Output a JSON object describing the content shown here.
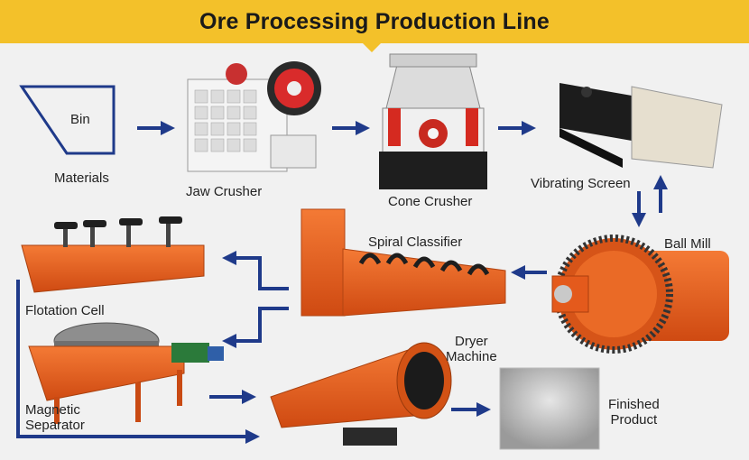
{
  "title": "Ore Processing Production Line",
  "labels": {
    "bin": "Bin",
    "materials": "Materials",
    "jaw_crusher": "Jaw Crusher",
    "cone_crusher": "Cone Crusher",
    "vibrating_screen": "Vibrating Screen",
    "ball_mill": "Ball Mill",
    "spiral_classifier": "Spiral Classifier",
    "flotation_cell": "Flotation Cell",
    "magnetic_separator_line1": "Magnetic",
    "magnetic_separator_line2": "Separator",
    "dryer_line1": "Dryer",
    "dryer_line2": "Machine",
    "finished_line1": "Finished",
    "finished_line2": "Product"
  },
  "colors": {
    "banner": "#f3c12a",
    "arrow": "#1f3a8a",
    "machine_orange": "#e85a1c",
    "background": "#f1f1f1"
  }
}
